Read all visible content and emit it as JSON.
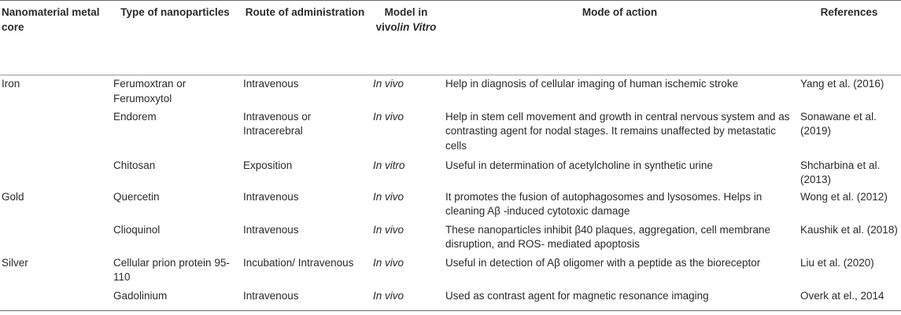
{
  "header": {
    "core": "Nanomaterial metal core",
    "type": "Type of nanoparticles",
    "route": "Route of administration",
    "model_prefix": "Model in vivo/",
    "model_italic": "in Vitro",
    "action": "Mode of action",
    "refs": "References"
  },
  "rows": [
    {
      "core": "Iron",
      "type": "Ferumoxtran or Ferumoxytol",
      "route": "Intravenous",
      "model": "In vivo",
      "action": "Help in diagnosis of cellular imaging of human ischemic stroke",
      "ref": "Yang et al. (2016)"
    },
    {
      "core": "",
      "type": "Endorem",
      "route": "Intravenous or Intracerebral",
      "model": "In vivo",
      "action": "Help in stem cell movement and growth in central nervous system and as contrasting agent for nodal stages. It remains unaffected by metastatic cells",
      "ref": "Sonawane et al. (2019)"
    },
    {
      "core": "",
      "type": "Chitosan",
      "route": "Exposition",
      "model": "In vitro",
      "action": "Useful in determination of acetylcholine in synthetic urine",
      "ref": "Shcharbina et al. (2013)"
    },
    {
      "core": "Gold",
      "type": "Quercetin",
      "route": "Intravenous",
      "model": "In vivo",
      "action": "It promotes the fusion of autophagosomes and lysosomes. Helps in cleaning Aβ -induced cytotoxic damage",
      "ref": "Wong et al. (2012)"
    },
    {
      "core": "",
      "type": "Clioquinol",
      "route": "Intravenous",
      "model": "In vivo",
      "action": "These nanoparticles inhibit β40 plaques, aggregation, cell membrane disruption, and ROS- mediated apoptosis",
      "ref": "Kaushik et al. (2018)"
    },
    {
      "core": "Silver",
      "type": "Cellular prion protein 95-110",
      "route": "Incubation/ Intravenous",
      "model": "In vivo",
      "action": "Useful in detection of Aβ oligomer with a peptide as the bioreceptor",
      "ref": "Liu et al. (2020)"
    },
    {
      "core": "",
      "type": "Gadolinium",
      "route": "Intravenous",
      "model": "In vivo",
      "action": "Used as contrast agent for magnetic resonance imaging",
      "ref": "Overk at el., 2014"
    }
  ]
}
